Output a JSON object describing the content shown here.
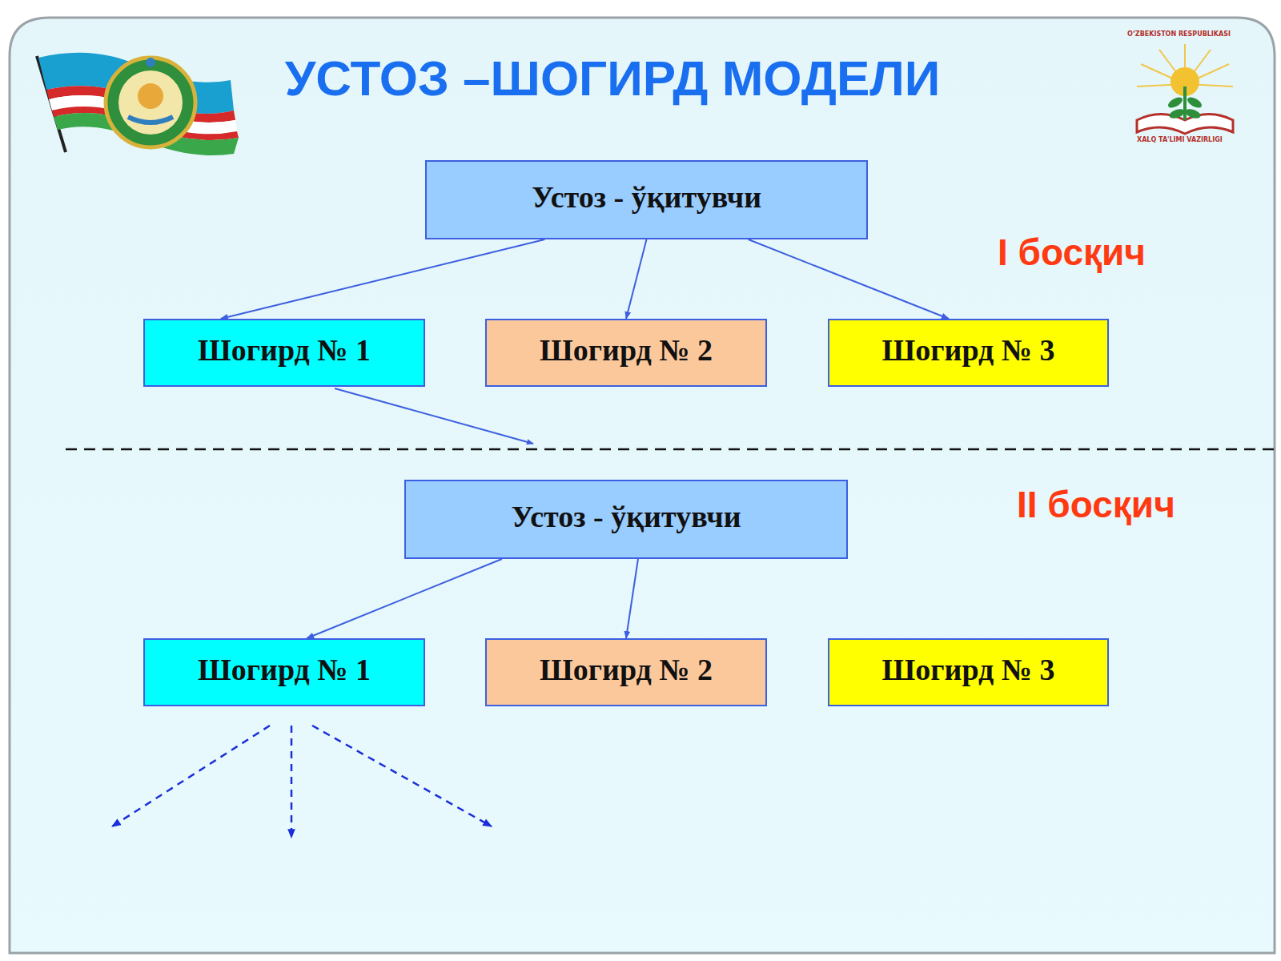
{
  "diagram": {
    "title": "УСТОЗ –ШОГИРД МОДЕЛИ",
    "nodes": [
      {
        "text": [
          "Устоз - ўқитувчи"
        ]
      },
      {
        "text": [
          "Шогирд № 1"
        ]
      },
      {
        "text": [
          "Шогирд № 2"
        ]
      },
      {
        "text": [
          "Шогирд № 3"
        ]
      },
      {
        "text": [
          "Устоз - ўқитувчи"
        ]
      },
      {
        "text": [
          "Шогирд № 1"
        ]
      },
      {
        "text": [
          "Шогирд № 2"
        ]
      },
      {
        "text": [
          "Шогирд № 3"
        ]
      }
    ],
    "edges": [
      {
        "from": 0,
        "to": 1,
        "arrow": "to"
      },
      {
        "from": 0,
        "to": 2,
        "arrow": "to"
      },
      {
        "from": 0,
        "to": 3,
        "arrow": "to"
      },
      {
        "from": 4,
        "to": 5,
        "arrow": "to"
      },
      {
        "from": 4,
        "to": 6,
        "arrow": "to"
      }
    ],
    "labels": [
      "I босқич",
      "II босқич",
      "O‘ZBEKISTON RESPUBLIKASI",
      "XALQ TA'LIMI VAZIRLIGI"
    ]
  }
}
